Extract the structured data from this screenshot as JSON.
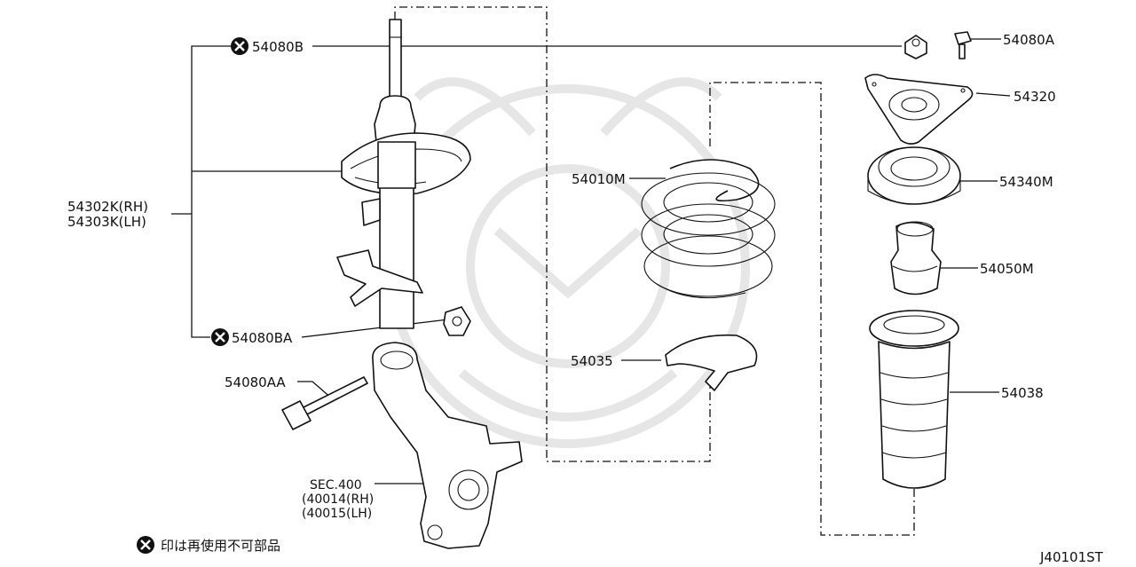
{
  "labels": {
    "p54080B": "54080B",
    "p54080A": "54080A",
    "p54320": "54320",
    "p54340M": "54340M",
    "p54050M": "54050M",
    "p54038": "54038",
    "p54010M": "54010M",
    "p54035": "54035",
    "p54302K": "54302K(RH)",
    "p54303K": "54303K(LH)",
    "p54080BA": "54080BA",
    "p54080AA": "54080AA",
    "sec400": "SEC.400",
    "p40014": "(40014(RH)",
    "p40015": "(40015(LH)"
  },
  "legend": {
    "text": "印は再使用不可部品",
    "icon": "x-circle-icon"
  },
  "diagram_id": "J40101ST",
  "colors": {
    "line": "#111111",
    "watermark": "#e6e6e6",
    "background": "#ffffff"
  }
}
